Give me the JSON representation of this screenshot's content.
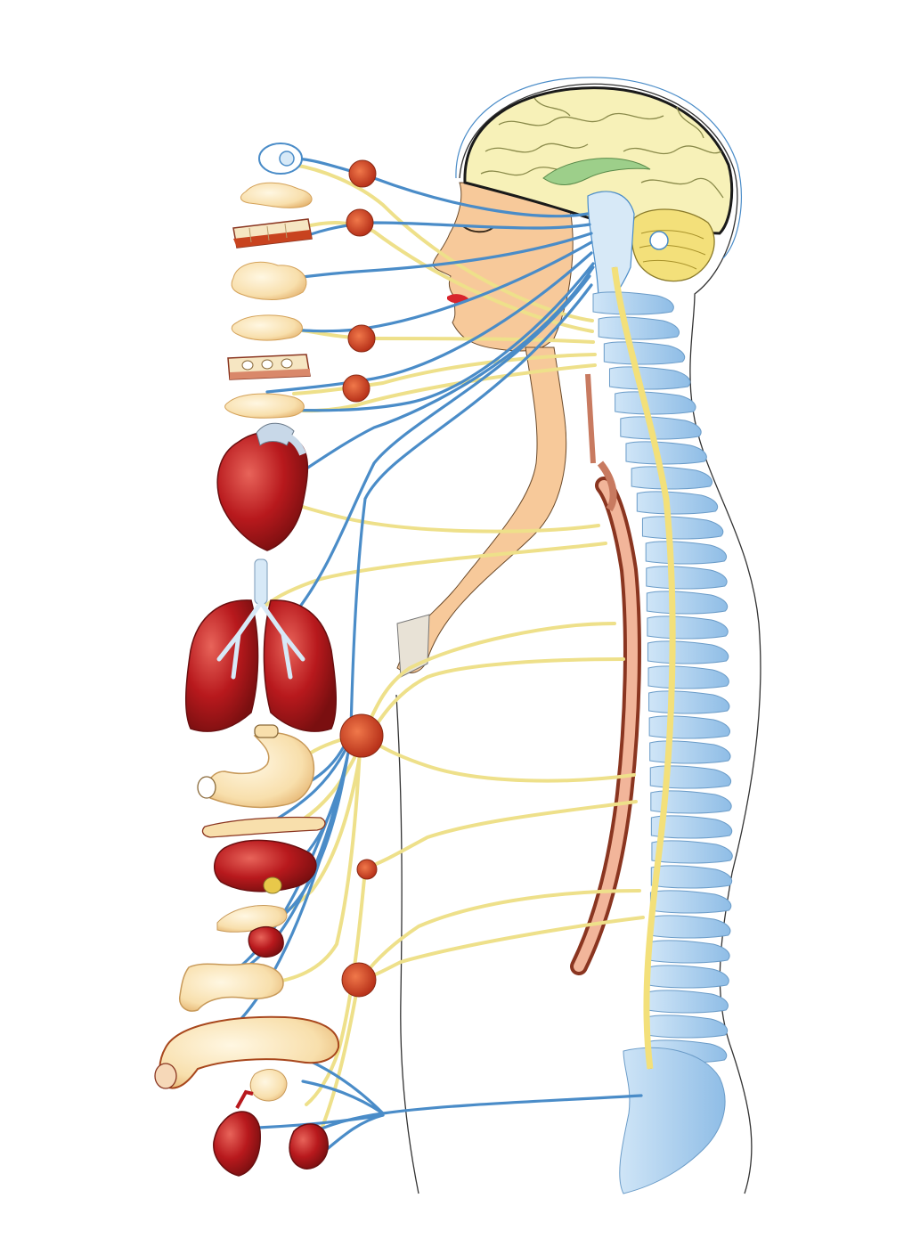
{
  "diagram": {
    "colors": {
      "background": "#ffffff",
      "parasympathetic_nerve": "#4a8cc8",
      "sympathetic_nerve": "#eee08a",
      "ganglion": "#c8431f",
      "brain": "#f7f1b8",
      "cerebellum": "#f3e07a",
      "spine": "#a8cdec",
      "skin": "#f7c99a",
      "organ_red": "#b8191d",
      "organ_pale": "#f8dfac",
      "artery": "#d9886a",
      "body_outline": "#333333"
    },
    "organs": [
      {
        "name": "eye",
        "icon": "eye-icon"
      },
      {
        "name": "lacrimal-gland",
        "icon": "gland-icon"
      },
      {
        "name": "nasal-mucosa",
        "icon": "mucosa-icon"
      },
      {
        "name": "parotid-gland",
        "icon": "gland-icon"
      },
      {
        "name": "submandibular-gland",
        "icon": "gland-icon"
      },
      {
        "name": "oral-mucosa",
        "icon": "mucosa-icon"
      },
      {
        "name": "sublingual-gland",
        "icon": "gland-icon"
      },
      {
        "name": "heart",
        "icon": "heart-icon"
      },
      {
        "name": "lungs",
        "icon": "lungs-icon"
      },
      {
        "name": "stomach",
        "icon": "stomach-icon"
      },
      {
        "name": "pancreas",
        "icon": "pancreas-icon"
      },
      {
        "name": "liver",
        "icon": "liver-icon"
      },
      {
        "name": "gallbladder",
        "icon": "gallbladder-icon"
      },
      {
        "name": "kidney",
        "icon": "kidney-icon"
      },
      {
        "name": "small-intestine",
        "icon": "intestine-icon"
      },
      {
        "name": "large-intestine",
        "icon": "intestine-icon"
      },
      {
        "name": "adrenal-gland",
        "icon": "gland-icon"
      },
      {
        "name": "bladder",
        "icon": "bladder-icon"
      },
      {
        "name": "genitals",
        "icon": "genital-icon"
      }
    ]
  }
}
